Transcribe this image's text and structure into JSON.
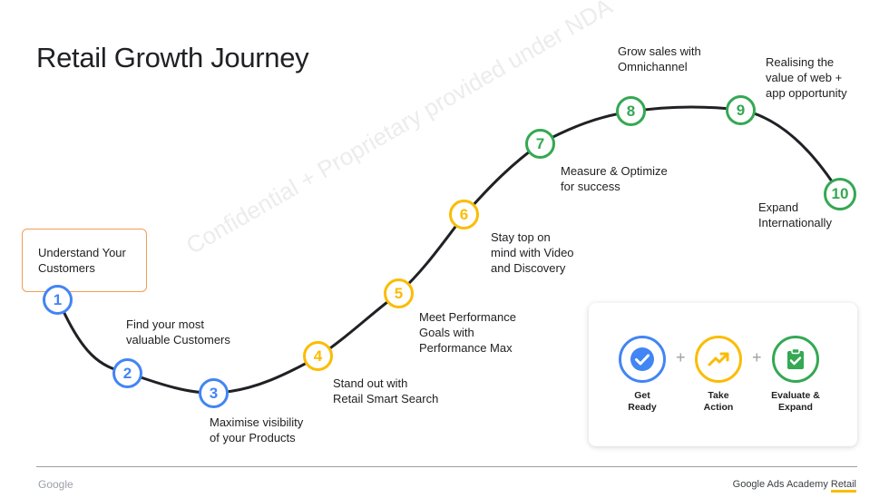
{
  "title": "Retail Growth Journey",
  "watermark": "Confidential + Proprietary provided under NDA",
  "steps": [
    {
      "number": "1",
      "label": "Understand Your\nCustomers",
      "color": "blue"
    },
    {
      "number": "2",
      "label": "Find your most\nvaluable Customers",
      "color": "blue"
    },
    {
      "number": "3",
      "label": "Maximise visibility\nof your Products",
      "color": "blue"
    },
    {
      "number": "4",
      "label": "Stand out with\nRetail Smart Search",
      "color": "yellow"
    },
    {
      "number": "5",
      "label": "Meet Performance\nGoals with\nPerformance Max",
      "color": "yellow"
    },
    {
      "number": "6",
      "label": "Stay top on\nmind with Video\nand Discovery",
      "color": "yellow"
    },
    {
      "number": "7",
      "label": "Measure & Optimize\nfor success",
      "color": "green"
    },
    {
      "number": "8",
      "label": "Grow sales with\nOmnichannel",
      "color": "green"
    },
    {
      "number": "9",
      "label": "Realising the\nvalue of web +\napp opportunity",
      "color": "green"
    },
    {
      "number": "10",
      "label": "Expand\nInternationally",
      "color": "green"
    }
  ],
  "legend": {
    "items": [
      {
        "label": "Get\nReady",
        "icon": "checkmark-icon",
        "color": "#4285f4"
      },
      {
        "label": "Take\nAction",
        "icon": "trending-up-icon",
        "color": "#fbbc04"
      },
      {
        "label": "Evaluate &\nExpand",
        "icon": "clipboard-check-icon",
        "color": "#34a853"
      }
    ],
    "separator": "+"
  },
  "footer": {
    "left": "Google",
    "right_prefix": "Google Ads Academy ",
    "right_accent": "Retail"
  },
  "colors": {
    "blue": "#4285f4",
    "yellow": "#fbbc04",
    "green": "#34a853",
    "highlight": "#f29d54"
  }
}
